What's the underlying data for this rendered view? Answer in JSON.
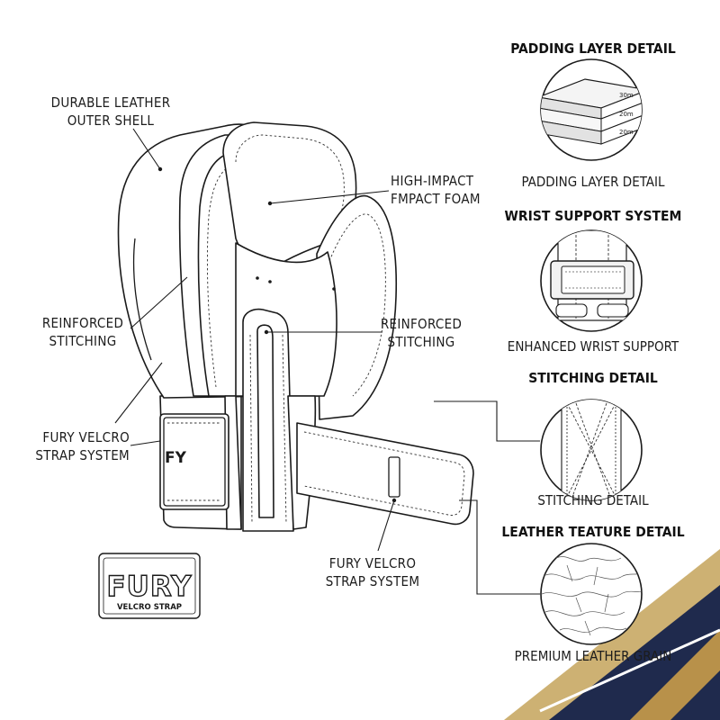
{
  "colors": {
    "ink": "#1a1a1a",
    "navy": "#1f2a4d",
    "gold": "#c4a35a",
    "background": "#ffffff"
  },
  "callouts": {
    "outer_shell": "DURABLE LEATHER\nOUTER SHELL",
    "impact_foam": "HIGH-IMPACT\nFMPACT FOAM",
    "stitching_left": "REINFORCED\nSTITCHING",
    "stitching_right": "REINFORCED\nSTITCHING",
    "velcro_left": "FURY VELCRO\nSTRAP SYSTEM",
    "velcro_bottom": "FURY VELCRO\nSTRAP SYSTEM"
  },
  "badge": {
    "brand": "FURY",
    "subtitle": "VELCRO STRAP"
  },
  "strap_logo": "FY",
  "details": [
    {
      "heading": "PADDING LAYER DETAIL",
      "caption": "PADDING LAYER DETAIL",
      "layer_labels": [
        "30m",
        "20m",
        "20m"
      ]
    },
    {
      "heading": "WRIST SUPPORT SYSTEM",
      "caption": "ENHANCED WRIST SUPPORT"
    },
    {
      "heading": "STITCHING DETAIL",
      "caption": "STITCHING DETAIL"
    },
    {
      "heading": "LEATHER TEATURE DETAIL",
      "caption": "PREMIUM LEATHER GRAIN"
    }
  ]
}
